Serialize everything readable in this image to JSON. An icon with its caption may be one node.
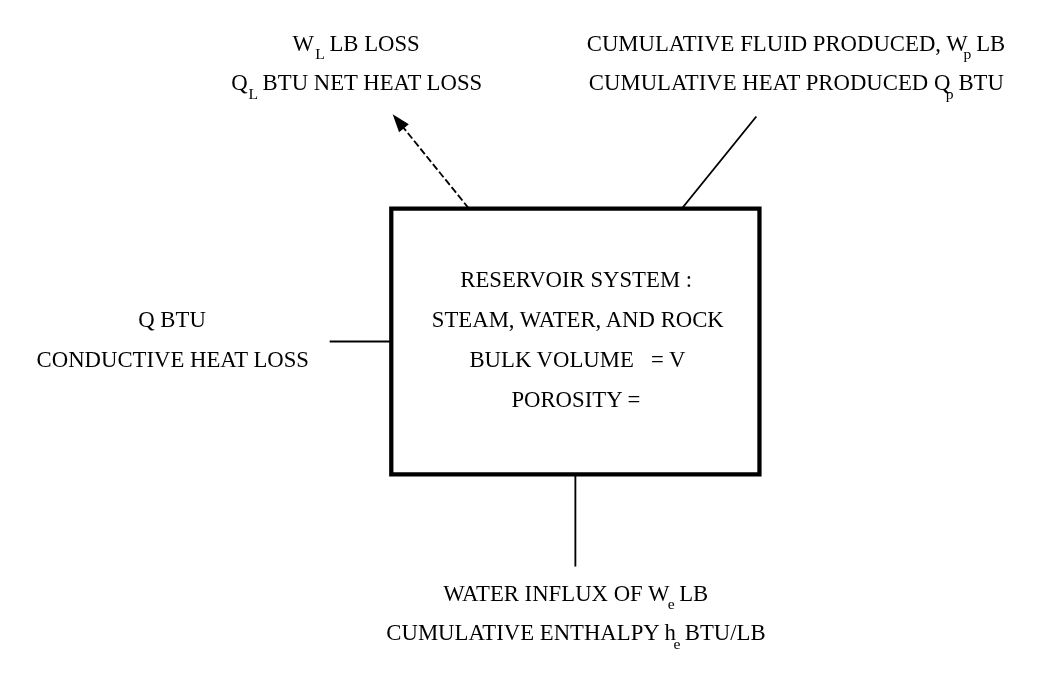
{
  "diagram": {
    "nodes": [
      {
        "text": [
          "W$_{L}$ LB LOSS",
          "Q$_{L}$ BTU NET HEAT LOSS"
        ]
      },
      {
        "text": [
          "CUMULATIVE FLUID PRODUCED, W$_{p}$ LB",
          "CUMULATIVE HEAT PRODUCED Q$_{p}$ BTU"
        ]
      },
      {
        "text": [
          "Q BTU",
          "CONDUCTIVE HEAT LOSS"
        ]
      },
      {
        "text": [
          "RESERVOIR SYSTEM :",
          "STEAM, WATER, AND ROCK",
          "BULK VOLUME   = V",
          "POROSITY ="
        ]
      },
      {
        "text": [
          "WATER INFLUX OF W$_{e}$ LB",
          "CUMULATIVE ENTHALPY h$_{e}$ BTU/LB"
        ]
      }
    ],
    "edges": [
      {
        "from": 3,
        "to": 0,
        "arrow": "to",
        "style": "dashed"
      },
      {
        "from": 3,
        "to": 1,
        "arrow": "none"
      },
      {
        "from": 2,
        "to": 3,
        "arrow": "none"
      },
      {
        "from": 3,
        "to": 4,
        "arrow": "none"
      }
    ]
  }
}
